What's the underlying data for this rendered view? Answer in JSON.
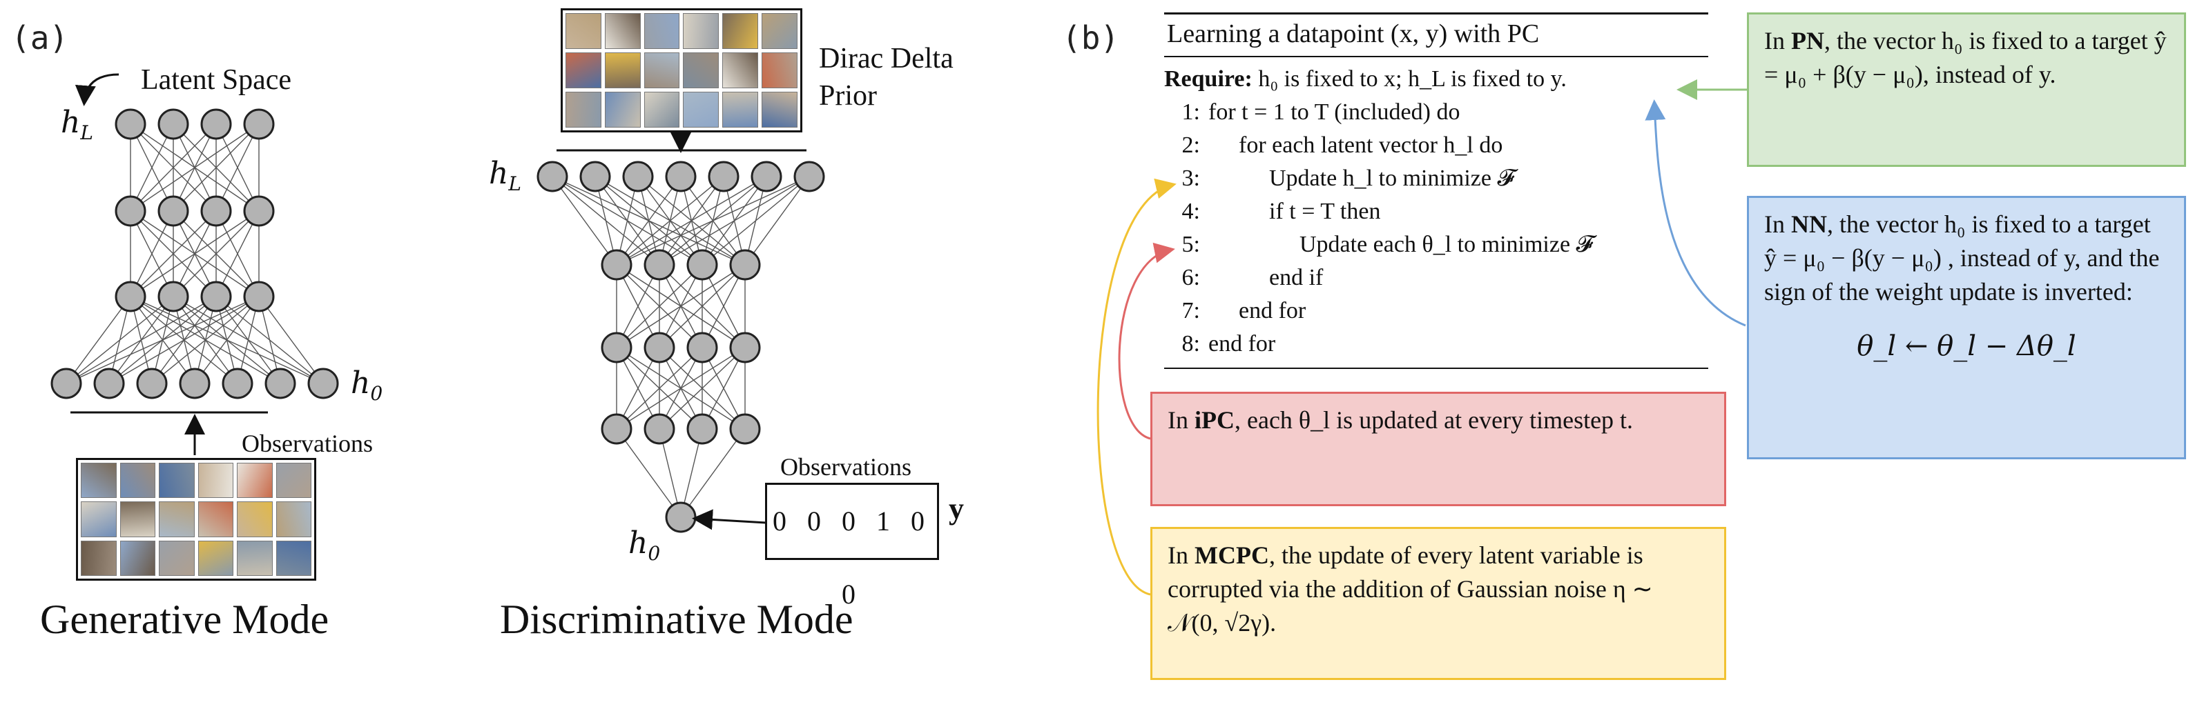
{
  "panel_a": {
    "letter": "(a)",
    "generative": {
      "title": "Generative Mode",
      "latent_label": "Latent Space",
      "top_node": "h",
      "top_node_sub": "L",
      "bottom_node": "h",
      "bottom_node_sub": "0",
      "observations_label": "Observations"
    },
    "discriminative": {
      "title": "Discriminative Mode",
      "prior_label_line1": "Dirac Delta",
      "prior_label_line2": "Prior",
      "top_node": "h",
      "top_node_sub": "L",
      "bottom_node": "h",
      "bottom_node_sub": "0",
      "observations_label": "Observations",
      "label_vector": "0 0 0 1 0 0",
      "label_symbol": "y"
    }
  },
  "panel_b": {
    "letter": "(b)",
    "algorithm": {
      "title": "Learning a datapoint (x, y) with PC",
      "require_keyword": "Require:",
      "require_text": "h₀ is fixed to x; h_L is fixed to y.",
      "lines": [
        {
          "num": "1:",
          "indent": 0,
          "text": "for t = 1 to T (included) do"
        },
        {
          "num": "2:",
          "indent": 1,
          "text": "for each latent vector h_l do"
        },
        {
          "num": "3:",
          "indent": 2,
          "text": "Update h_l to minimize 𝓕"
        },
        {
          "num": "4:",
          "indent": 2,
          "text": "if t = T then"
        },
        {
          "num": "5:",
          "indent": 3,
          "text": "Update each θ_l to minimize 𝓕"
        },
        {
          "num": "6:",
          "indent": 2,
          "text": "end if"
        },
        {
          "num": "7:",
          "indent": 1,
          "text": "end for"
        },
        {
          "num": "8:",
          "indent": 0,
          "text": "end for"
        }
      ]
    },
    "notes": {
      "pn": {
        "pre": "In ",
        "name": "PN",
        "text": ", the vector  h₀ is fixed to a target  ŷ = μ₀ + β(y − μ₀), instead of y."
      },
      "nn": {
        "pre": "In ",
        "name": "NN",
        "text": ", the vector  h₀ is fixed to a target  ŷ = μ₀ − β(y − μ₀) , instead of y, and the sign of the weight update is inverted:",
        "formula": "θ_l ← θ_l − Δθ_l"
      },
      "ipc": {
        "pre": "In ",
        "name": "iPC",
        "text": ", each  θ_l  is updated at every timestep t."
      },
      "mcpc": {
        "pre": "In ",
        "name": "MCPC",
        "text": ", the update of every latent variable is corrupted via the addition of Gaussian noise   η ∼ 𝒩(0, √2γ)."
      }
    },
    "colors": {
      "pn_fill": "#d9ead3",
      "pn_border": "#93c47d",
      "nn_fill": "#cfe0f5",
      "nn_border": "#6fa0d8",
      "ipc_fill": "#f4cccc",
      "ipc_border": "#e06666",
      "mcpc_fill": "#fff2cc",
      "mcpc_border": "#f1c232"
    }
  },
  "colors": {
    "node_fill": "#b3b3b3",
    "node_stroke": "#222222",
    "edge": "#555555"
  }
}
